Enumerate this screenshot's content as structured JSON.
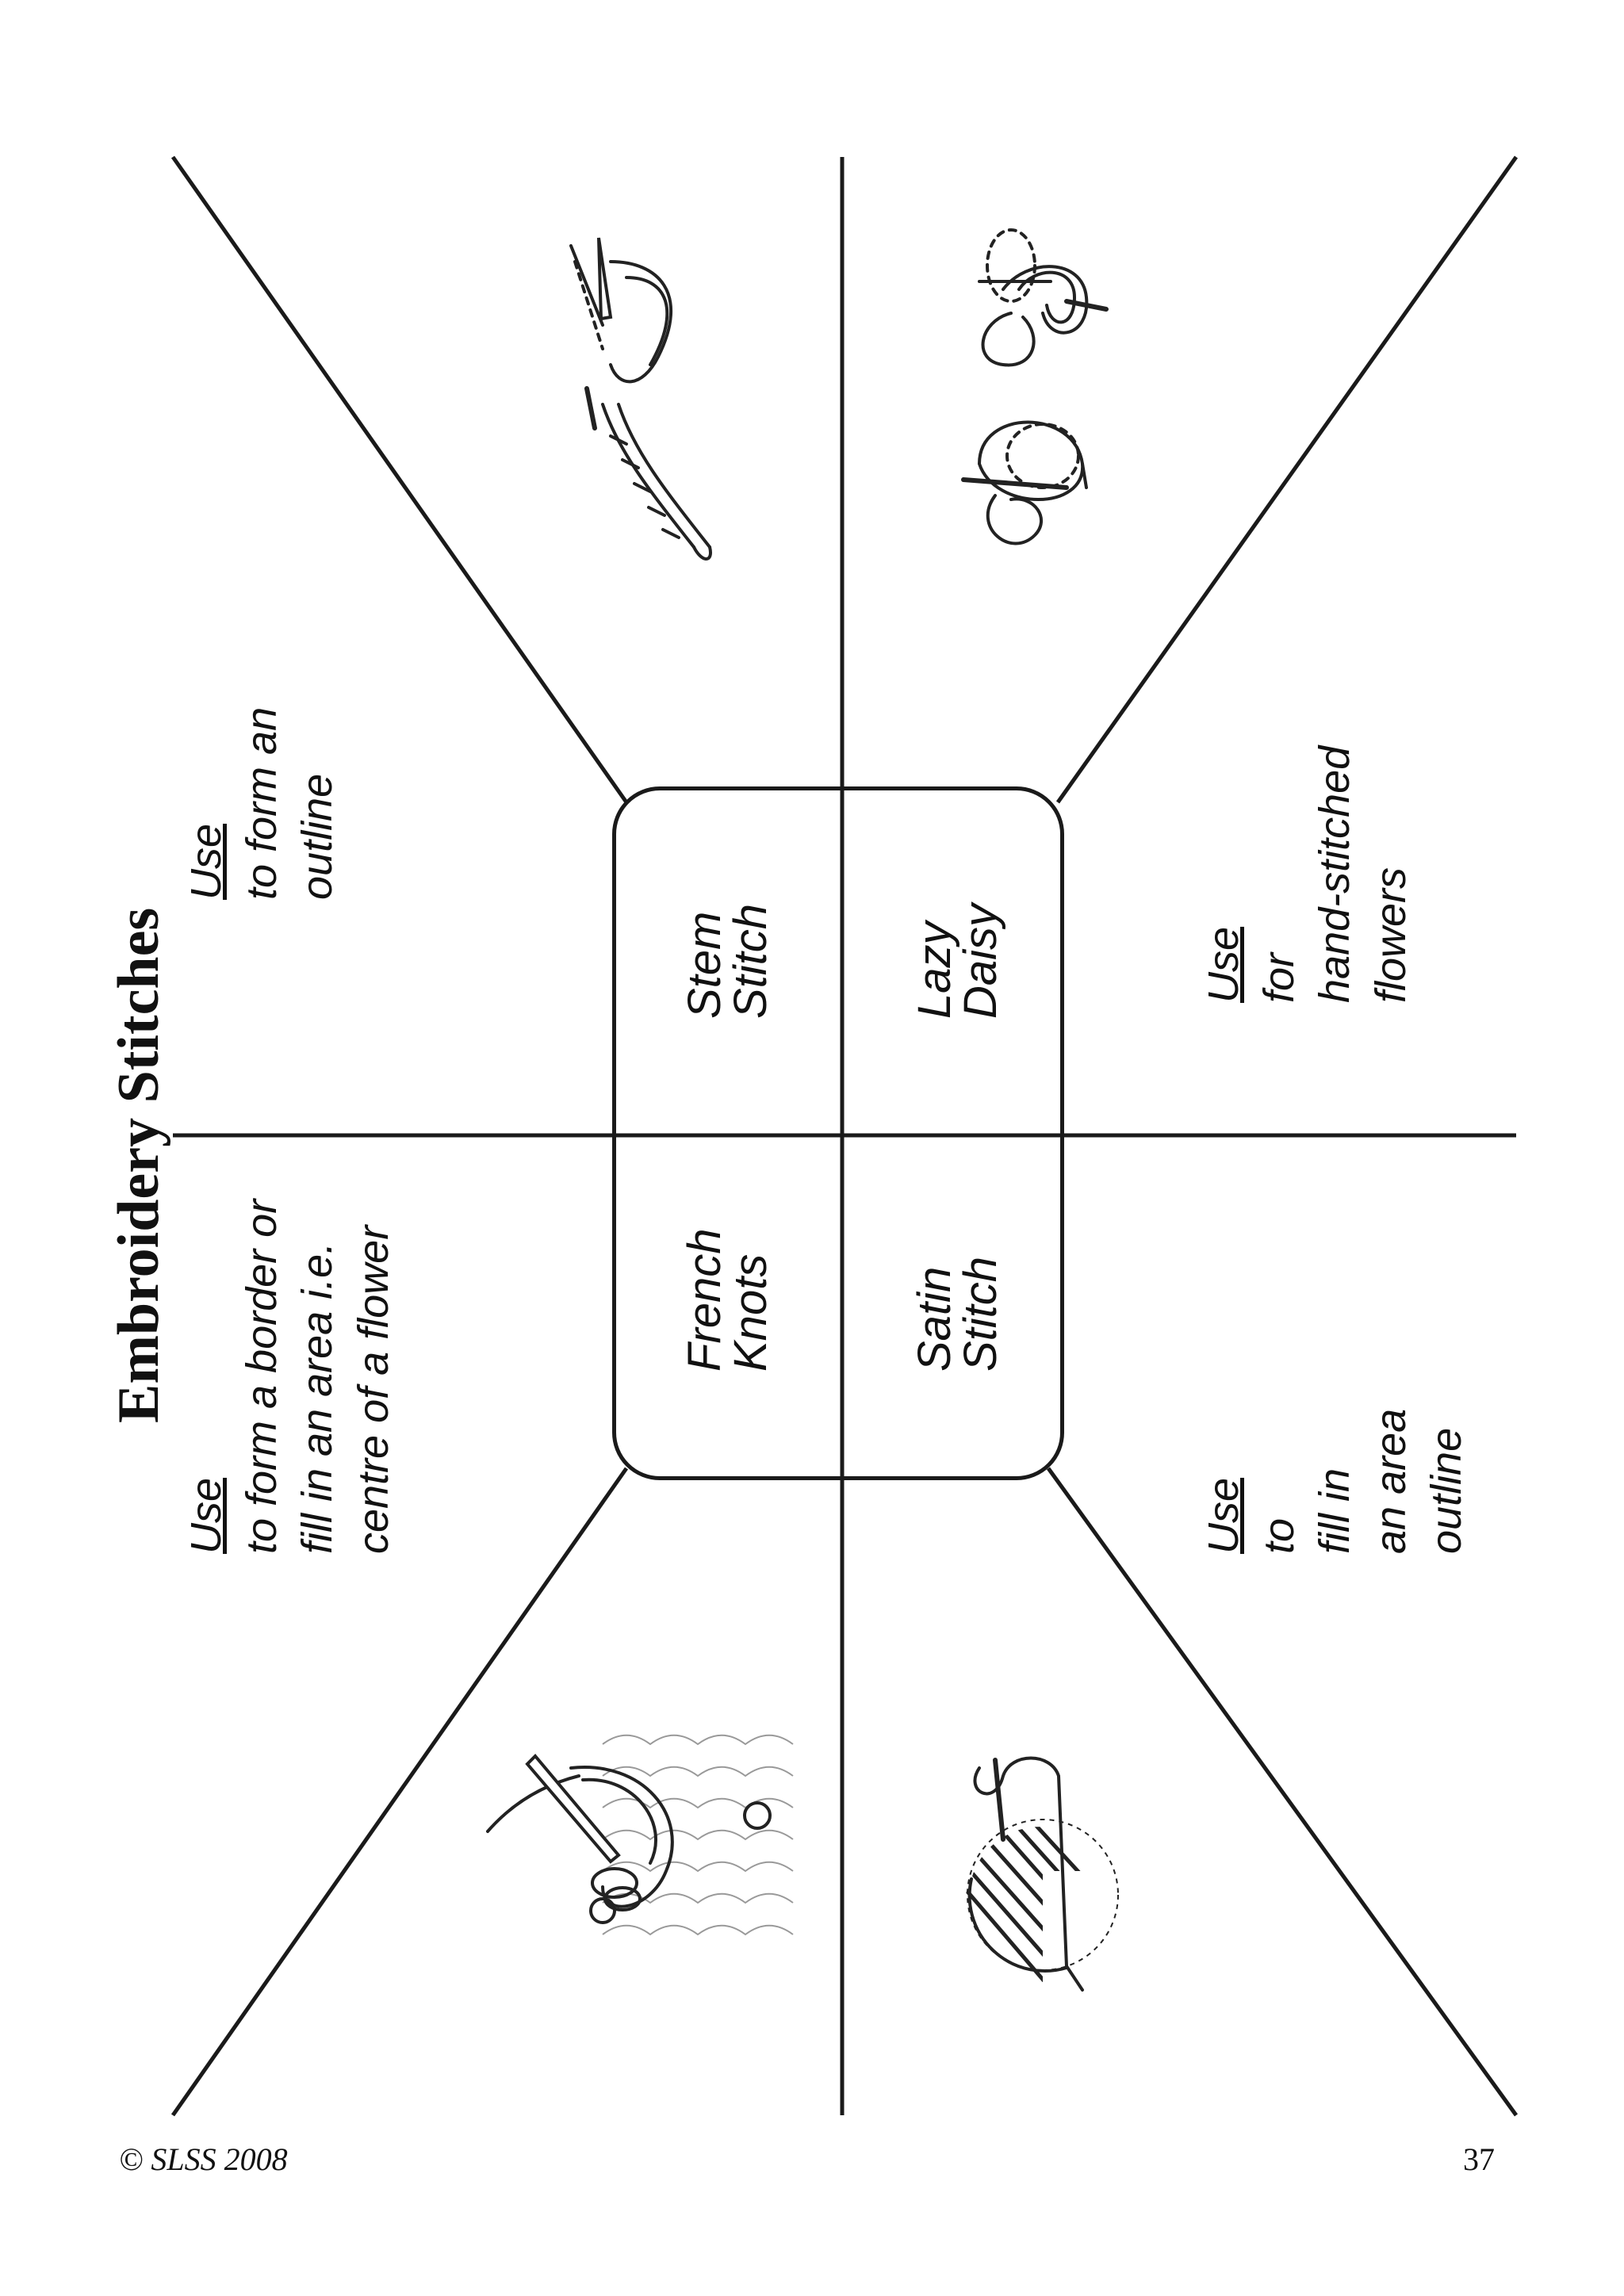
{
  "title": "Embroidery Stitches",
  "stitches": [
    {
      "name": [
        "Stem",
        "Stitch"
      ],
      "use": [
        "Use",
        "to form an",
        "outline"
      ]
    },
    {
      "name": [
        "Lazy",
        "Daisy"
      ],
      "use": [
        "Use",
        "for",
        "hand-stitched",
        "flowers"
      ]
    },
    {
      "name": [
        "French",
        "Knots"
      ],
      "use": [
        "Use",
        "to form a border or",
        "fill in an area i.e.",
        "centre of a flower"
      ]
    },
    {
      "name": [
        "Satin",
        "Stitch"
      ],
      "use": [
        "Use",
        "to",
        "fill in",
        "an area",
        "outline"
      ]
    }
  ],
  "icons": [
    "stem-stitch-illustration",
    "lazy-daisy-illustration",
    "french-knot-illustration",
    "satin-stitch-illustration"
  ],
  "footer": {
    "copyright": "© SLSS 2008",
    "page_number": "37"
  }
}
